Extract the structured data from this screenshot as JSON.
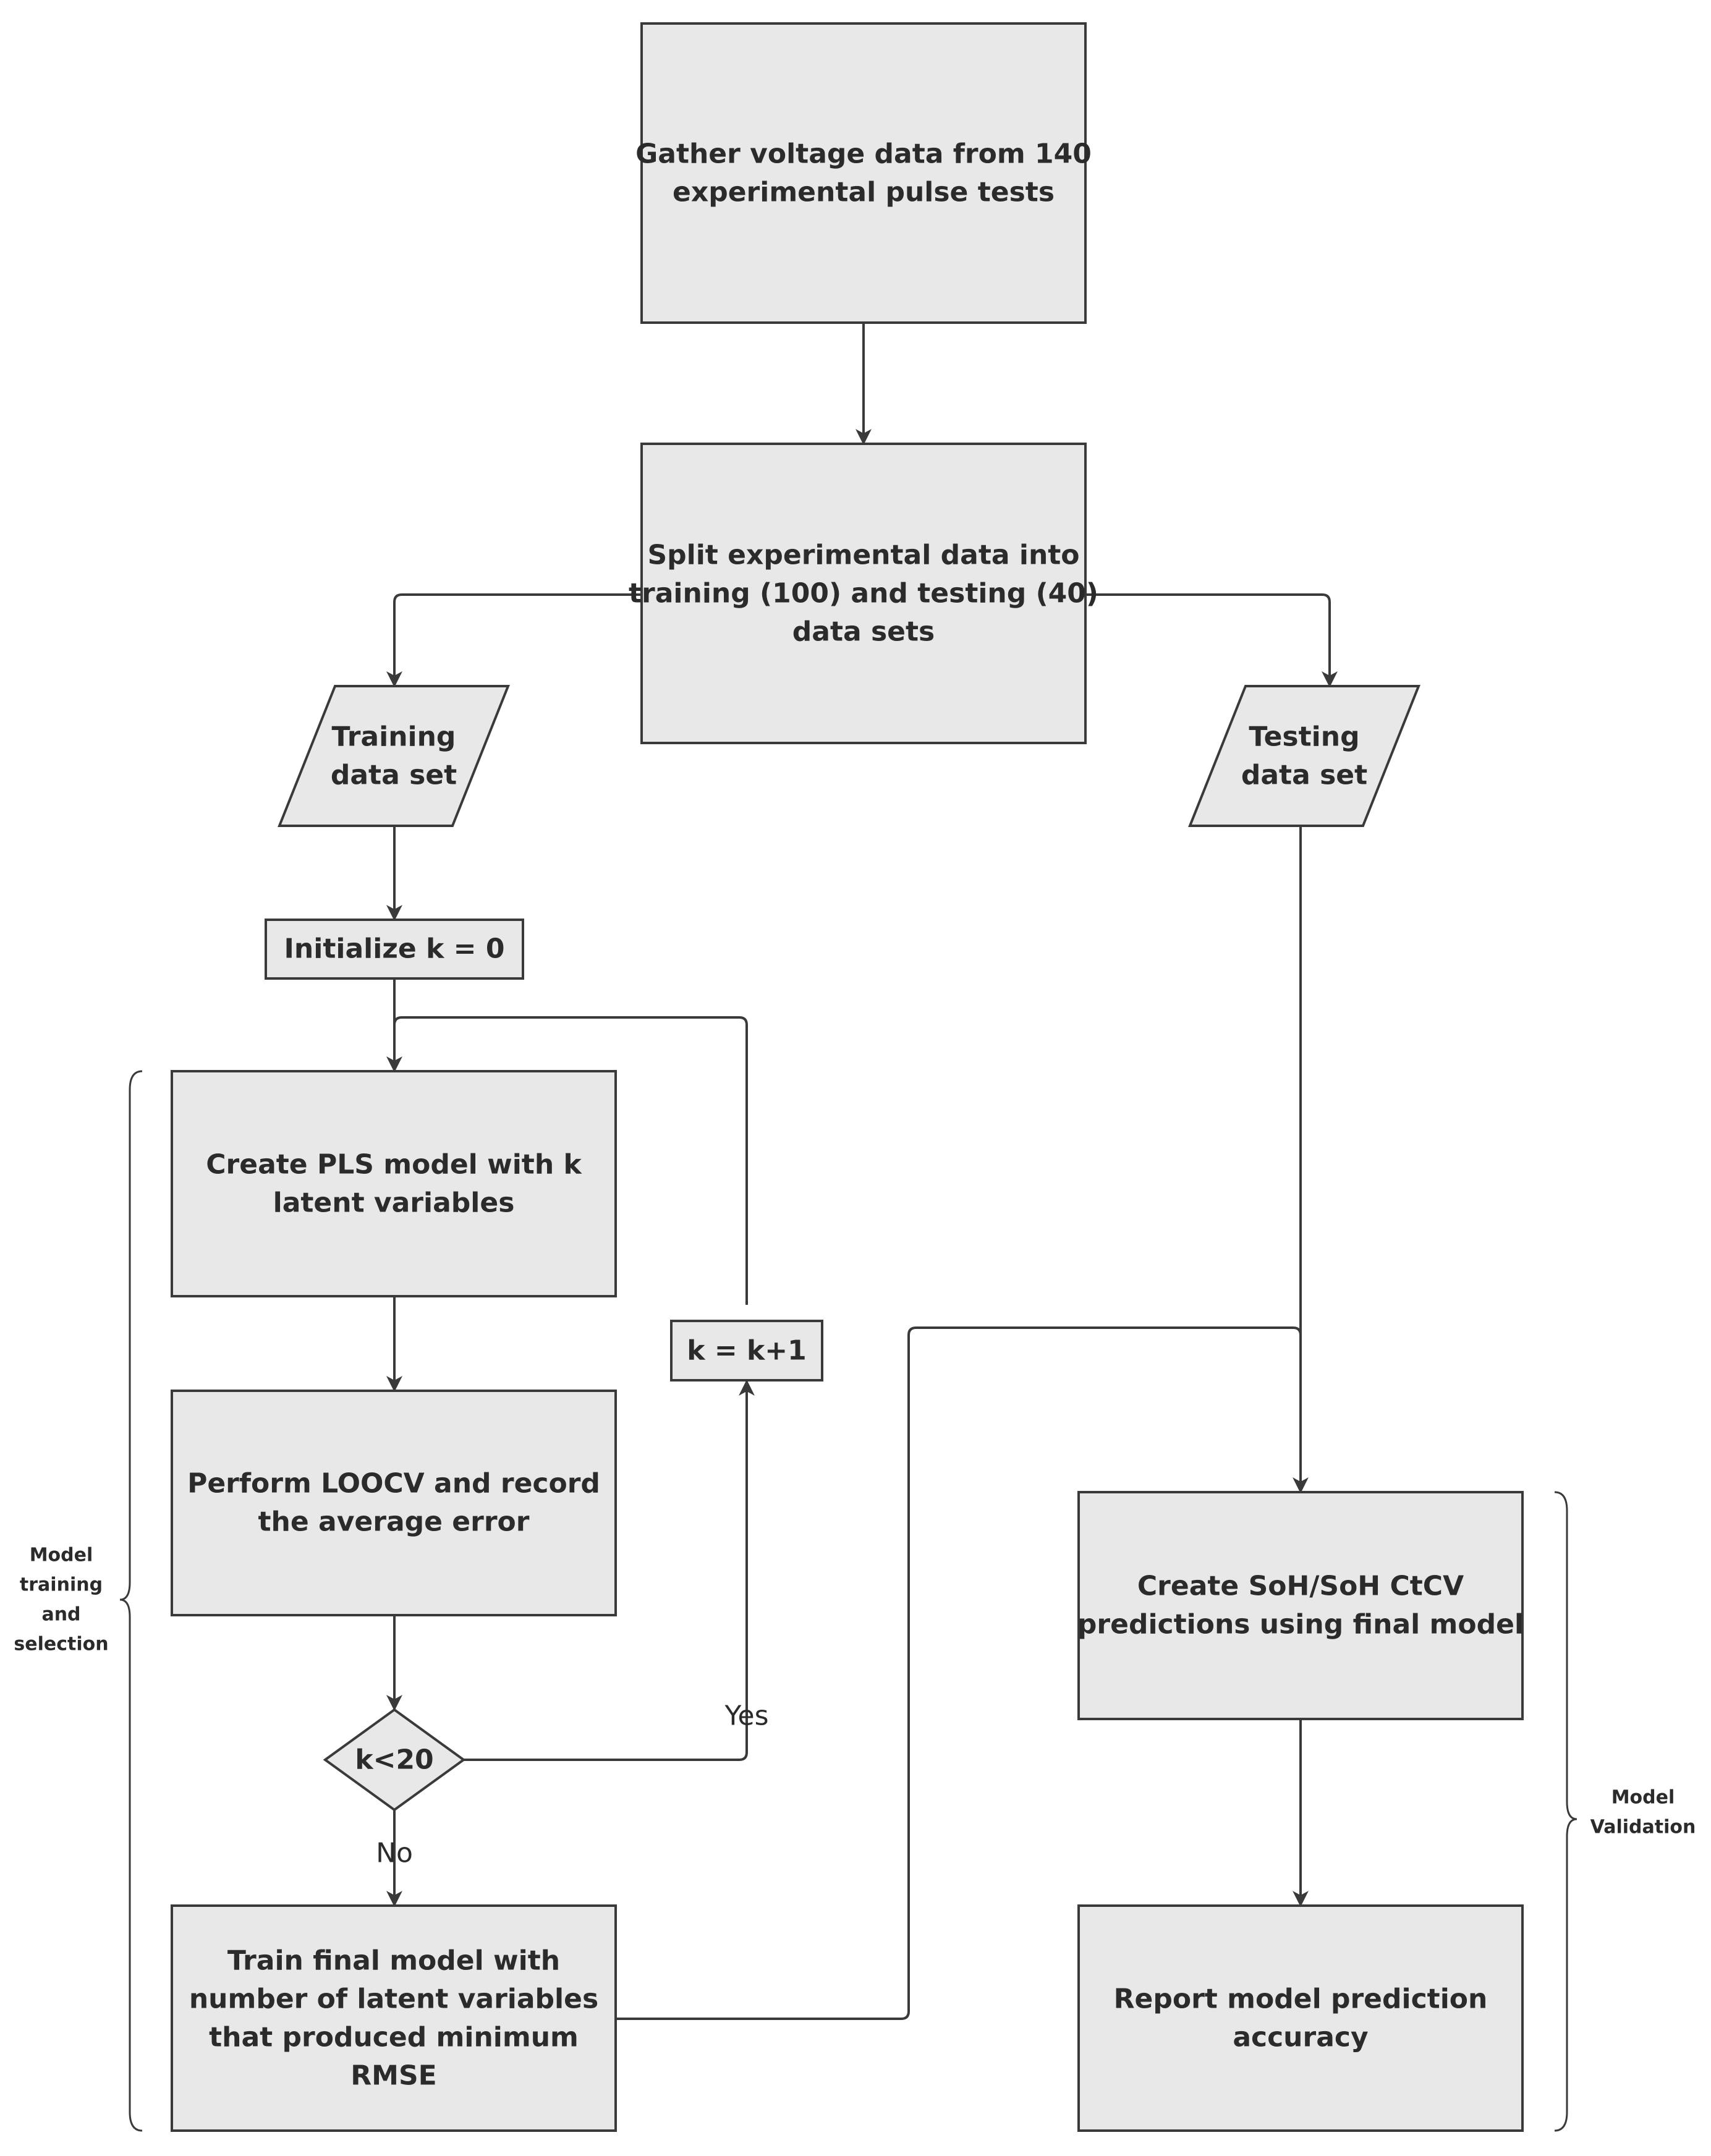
{
  "nodes": {
    "gather": {
      "lines": [
        "Gather voltage data from 140",
        "experimental pulse tests"
      ]
    },
    "split": {
      "lines": [
        "Split experimental data into",
        "training (100) and testing (40)",
        "data sets"
      ]
    },
    "training_set": {
      "lines": [
        "Training",
        "data set"
      ]
    },
    "testing_set": {
      "lines": [
        "Testing",
        "data set"
      ]
    },
    "init": {
      "lines": [
        "Initialize k = 0"
      ]
    },
    "create_pls": {
      "lines": [
        "Create PLS model with k",
        "latent variables"
      ]
    },
    "loocv": {
      "lines": [
        "Perform LOOCV and record",
        "the average error"
      ]
    },
    "increment": {
      "lines": [
        "k = k+1"
      ]
    },
    "decision": {
      "lines": [
        "k<20"
      ]
    },
    "train_final": {
      "lines": [
        "Train final model with",
        "number of latent variables",
        "that produced minimum",
        "RMSE"
      ]
    },
    "predict": {
      "lines": [
        "Create SoH/SoH CtCV",
        "predictions using final model"
      ]
    },
    "report": {
      "lines": [
        "Report model prediction",
        "accuracy"
      ]
    }
  },
  "edge_labels": {
    "yes": "Yes",
    "no": "No"
  },
  "groups": {
    "training": {
      "lines": [
        "Model",
        "training",
        "and",
        "selection"
      ]
    },
    "validation": {
      "lines": [
        "Model",
        "Validation"
      ]
    }
  }
}
